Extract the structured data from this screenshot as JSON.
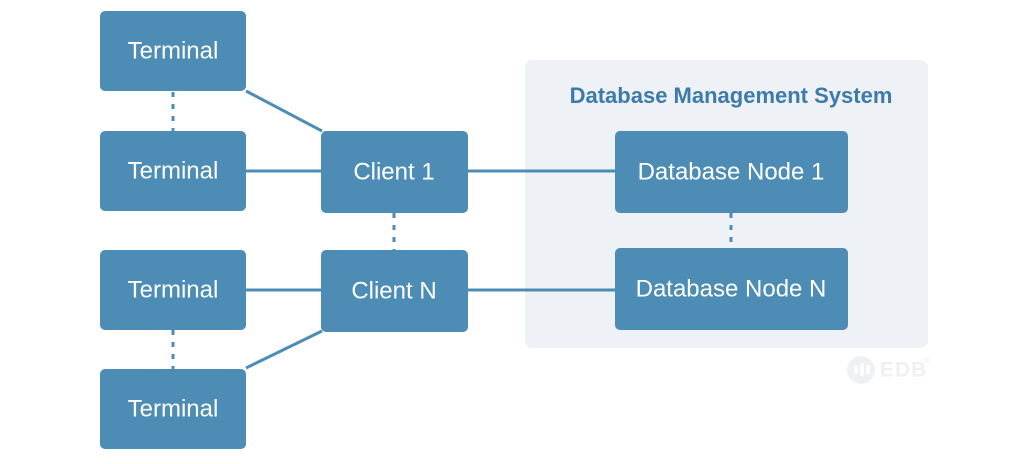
{
  "diagram": {
    "title": "Database Management System",
    "background_color": "#ffffff",
    "node_fill_color": "#4d8cb5",
    "node_text_color": "#ffffff",
    "panel_fill_color": "#eef1f5",
    "panel_title_color": "#3d7ba8",
    "connector_color": "#4d8cb5",
    "nodes": {
      "terminal_1": "Terminal",
      "terminal_2": "Terminal",
      "terminal_3": "Terminal",
      "terminal_4": "Terminal",
      "client_1": "Client 1",
      "client_n": "Client N",
      "db_node_1": "Database Node 1",
      "db_node_n": "Database Node N"
    },
    "logo": {
      "name": "edb-logo",
      "text": "EDB",
      "trademark": "®",
      "color": "#eef1f4"
    }
  }
}
